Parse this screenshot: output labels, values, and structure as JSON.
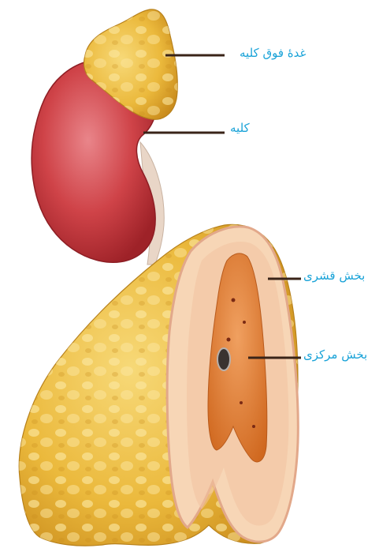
{
  "labels": {
    "adrenal_gland": "غدهٔ فوق کلیه",
    "kidney": "کلیه",
    "cortex": "بخش قشری",
    "medulla": "بخش مرکزی"
  },
  "colors": {
    "label_text": "#1aa3d8",
    "leader_line": "#3a2418",
    "adrenal_fat": "#e6b23a",
    "kidney": "#c8383e",
    "cortex_band": "#f7d6b6",
    "medulla": "#de7a2e"
  }
}
